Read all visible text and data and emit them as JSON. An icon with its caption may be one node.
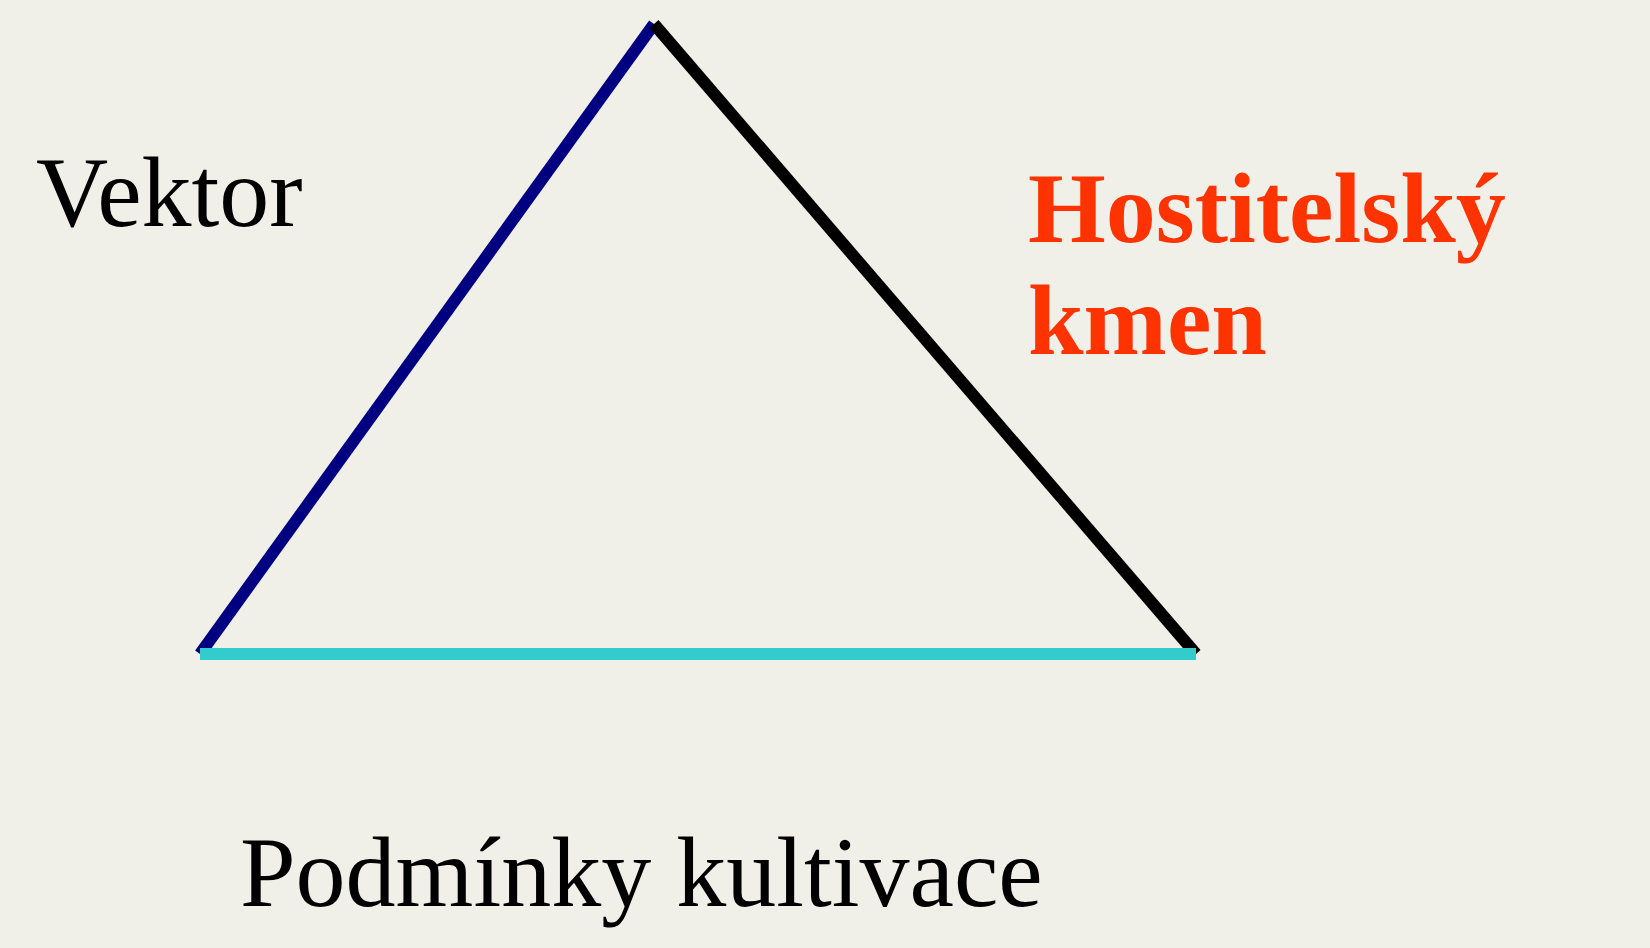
{
  "diagram": {
    "labels": [
      "Vektor",
      "Hostitelský kmen",
      "Podmínky kultivace"
    ]
  }
}
